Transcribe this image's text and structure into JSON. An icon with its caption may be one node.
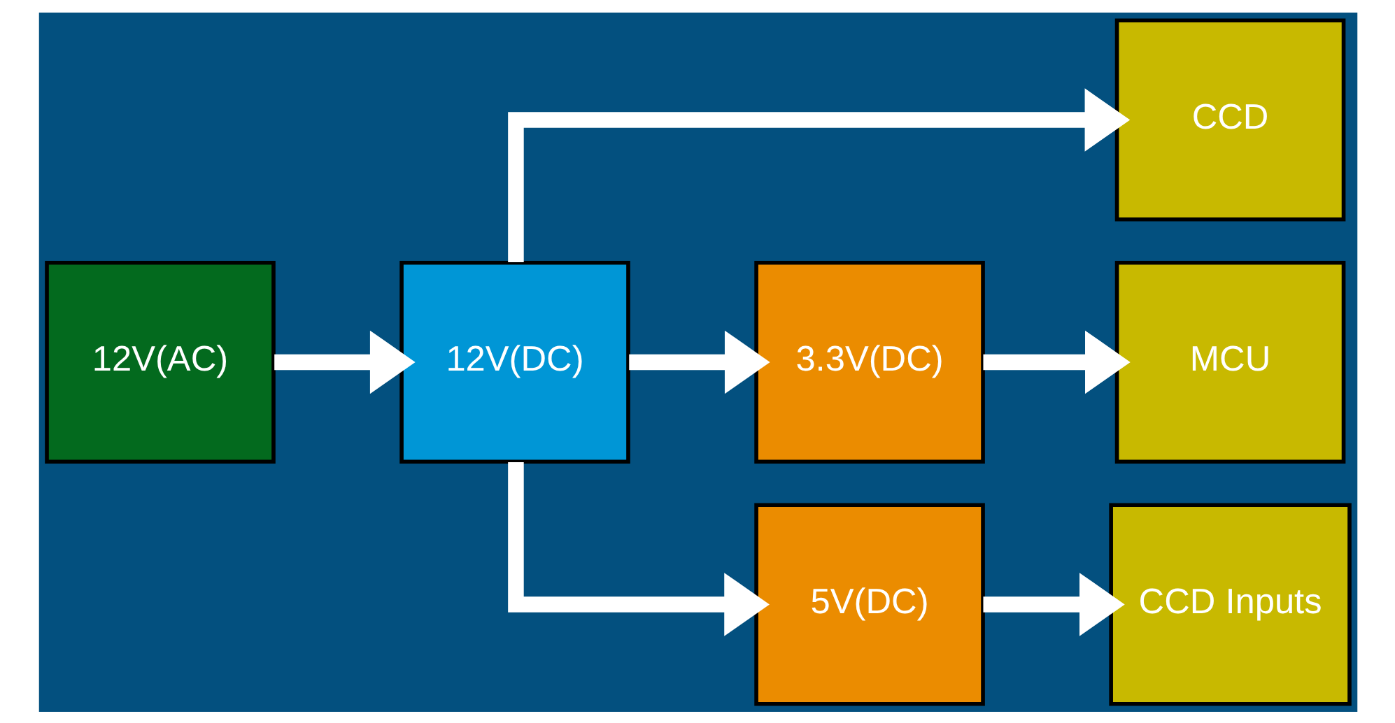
{
  "diagram": {
    "nodes": [
      {
        "text": [
          "12V(AC)"
        ]
      },
      {
        "text": [
          "12V(DC)"
        ]
      },
      {
        "text": [
          "CCD"
        ]
      },
      {
        "text": [
          "3.3V(DC)"
        ]
      },
      {
        "text": [
          "MCU"
        ]
      },
      {
        "text": [
          "5V(DC)"
        ]
      },
      {
        "text": [
          "CCD Inputs"
        ]
      }
    ],
    "edges": [
      {
        "from": 0,
        "to": 1,
        "arrow": "to"
      },
      {
        "from": 1,
        "to": 2,
        "arrow": "to"
      },
      {
        "from": 1,
        "to": 3,
        "arrow": "to"
      },
      {
        "from": 1,
        "to": 5,
        "arrow": "to"
      },
      {
        "from": 3,
        "to": 4,
        "arrow": "to"
      },
      {
        "from": 5,
        "to": 6,
        "arrow": "to"
      }
    ]
  }
}
